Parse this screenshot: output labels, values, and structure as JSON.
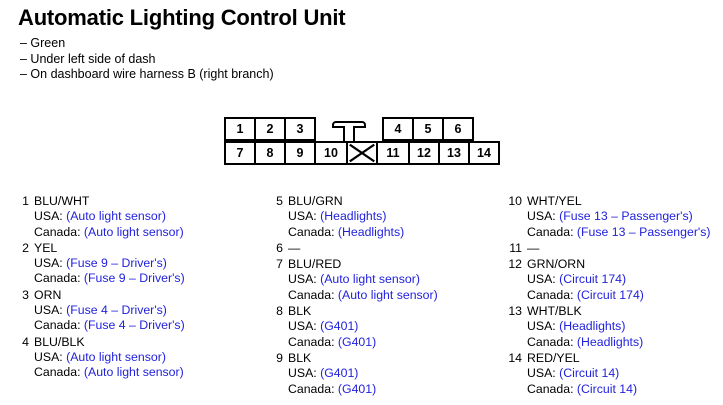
{
  "title": "Automatic Lighting Control Unit",
  "notes": [
    "– Green",
    "– Under left side of dash",
    "– On dashboard wire harness B (right branch)"
  ],
  "colors": {
    "value_blue": "#2222dd",
    "label_black": "#000000",
    "connector_stroke": "#000000"
  },
  "connector": {
    "top_row_left": [
      "1",
      "2",
      "3"
    ],
    "top_row_right": [
      "4",
      "5",
      "6"
    ],
    "bottom_row": [
      "7",
      "8",
      "9",
      "10",
      "X",
      "11",
      "12",
      "13",
      "14"
    ],
    "crossed_index": 4
  },
  "labels": {
    "usa": "USA:",
    "canada": "Canada:"
  },
  "pins": {
    "column1": [
      {
        "num": "1",
        "wire": "BLU/WHT",
        "usa": "(Auto light sensor)",
        "canada": "(Auto light sensor)"
      },
      {
        "num": "2",
        "wire": "YEL",
        "usa": "(Fuse 9 – Driver's)",
        "canada": "(Fuse 9 – Driver's)"
      },
      {
        "num": "3",
        "wire": "ORN",
        "usa": "(Fuse 4 – Driver's)",
        "canada": "(Fuse 4 – Driver's)"
      },
      {
        "num": "4",
        "wire": "BLU/BLK",
        "usa": "(Auto light sensor)",
        "canada": "(Auto light sensor)"
      }
    ],
    "column2": [
      {
        "num": "5",
        "wire": "BLU/GRN",
        "usa": "(Headlights)",
        "canada": "(Headlights)"
      },
      {
        "num": "6",
        "wire": "—",
        "usa": "",
        "canada": ""
      },
      {
        "num": "7",
        "wire": "BLU/RED",
        "usa": "(Auto light sensor)",
        "canada": "(Auto light sensor)"
      },
      {
        "num": "8",
        "wire": "BLK",
        "usa": "(G401)",
        "canada": "(G401)"
      },
      {
        "num": "9",
        "wire": "BLK",
        "usa": "(G401)",
        "canada": "(G401)"
      }
    ],
    "column3": [
      {
        "num": "10",
        "wire": "WHT/YEL",
        "usa": "(Fuse 13 – Passenger's)",
        "canada": "(Fuse 13 – Passenger's)"
      },
      {
        "num": "11",
        "wire": "—",
        "usa": "",
        "canada": ""
      },
      {
        "num": "12",
        "wire": "GRN/ORN",
        "usa": "(Circuit 174)",
        "canada": "(Circuit 174)"
      },
      {
        "num": "13",
        "wire": "WHT/BLK",
        "usa": "(Headlights)",
        "canada": "(Headlights)"
      },
      {
        "num": "14",
        "wire": "RED/YEL",
        "usa": "(Circuit 14)",
        "canada": "(Circuit 14)"
      }
    ]
  }
}
